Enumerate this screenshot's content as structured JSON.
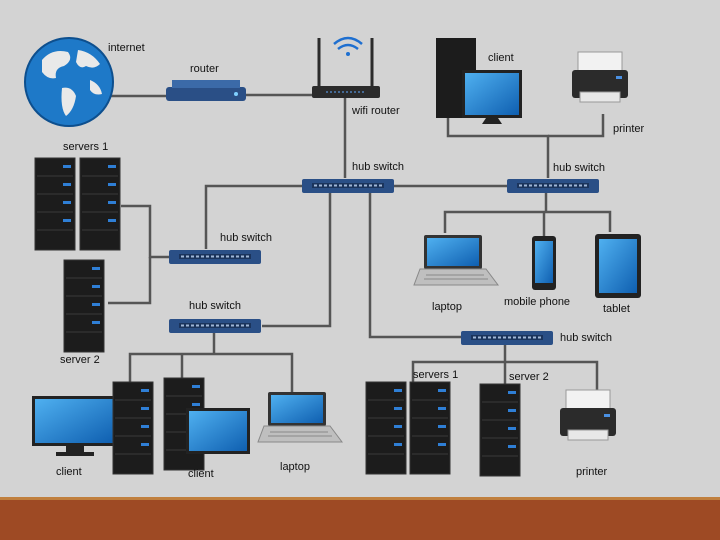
{
  "labels": {
    "internet": "internet",
    "router": "router",
    "wifi_router": "wifi router",
    "servers1_left": "servers 1",
    "server2_left": "server 2",
    "hub_center": "hub switch",
    "hub_right": "hub switch",
    "hub_left_upper": "hub switch",
    "hub_left_lower": "hub switch",
    "hub_bottom_right": "hub switch",
    "client_top": "client",
    "printer_top": "printer",
    "laptop_mid": "laptop",
    "mobile": "mobile phone",
    "tablet": "tablet",
    "client_bl1": "client",
    "client_bl2": "client",
    "laptop_bottom": "laptop",
    "servers1_bottom": "servers 1",
    "server2_bottom": "server 2",
    "printer_bottom": "printer"
  },
  "colors": {
    "background": "#d3d3d3",
    "switch_blue": "#2a4f86",
    "screen_blue": "#1e7fd0",
    "server_dark": "#1c1c1c",
    "cable": "#555555",
    "footer": "#9e4a24",
    "footer_border": "#c07f3e"
  }
}
